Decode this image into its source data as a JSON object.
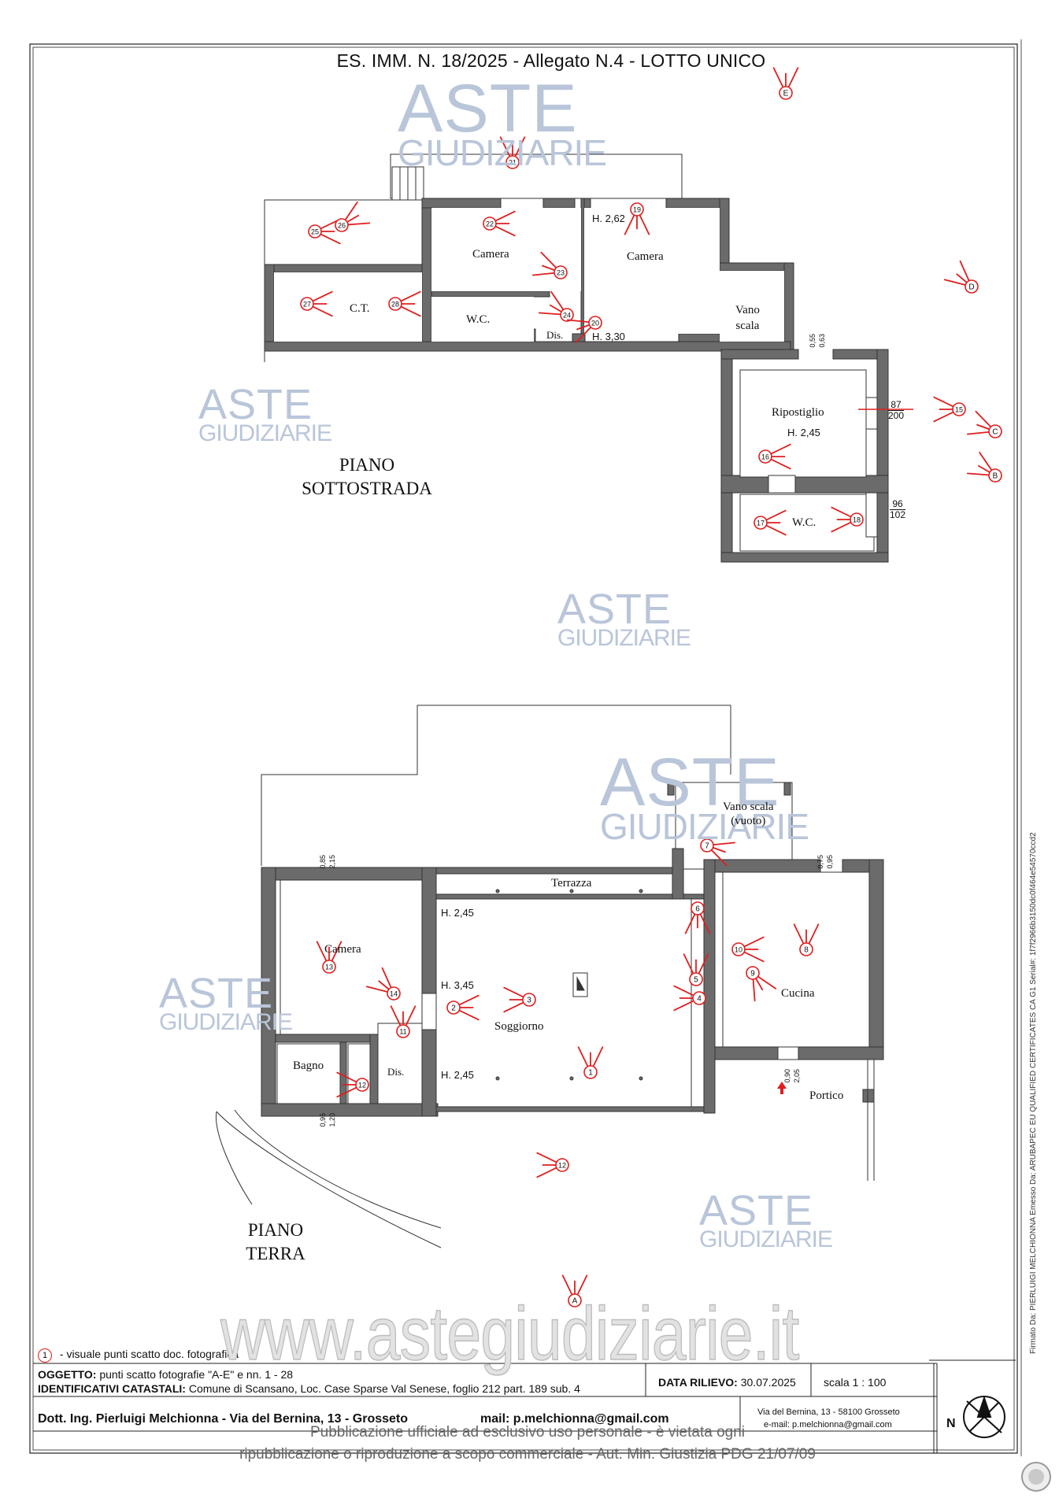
{
  "header": {
    "title": "ES. IMM.  N. 18/2025 - Allegato N.4 - LOTTO UNICO"
  },
  "watermark": {
    "word1": "ASTE",
    "word2": "GIUDIZIARIE",
    "site": "www.astegiudiziarie.it"
  },
  "floors": {
    "sottostrada": {
      "label_line1": "PIANO",
      "label_line2": "SOTTOSTRADA",
      "rooms": {
        "camera_a": "Camera",
        "camera_b": "Camera",
        "ct": "C.T.",
        "wc_a": "W.C.",
        "dis": "Dis.",
        "vano_scala_1": "Vano",
        "vano_scala_2": "scala",
        "ripostiglio": "Ripostiglio",
        "wc_b": "W.C."
      },
      "heights": {
        "h262": "H. 2,62",
        "h330": "H. 3,30",
        "h245": "H. 2,45"
      },
      "dims": {
        "d055": "0,55",
        "d063": "0,63",
        "d87": "87",
        "d200": "200",
        "d96": "96",
        "d102": "102"
      }
    },
    "terra": {
      "label_line1": "PIANO",
      "label_line2": "TERRA",
      "rooms": {
        "vano_scala_1": "Vano scala",
        "vano_scala_2": "(vuoto)",
        "terrazza": "Terrazza",
        "camera": "Camera",
        "soggiorno": "Soggiorno",
        "cucina": "Cucina",
        "bagno": "Bagno",
        "dis": "Dis.",
        "portico": "Portico"
      },
      "heights": {
        "h245a": "H. 2,45",
        "h345": "H. 3,45",
        "h245b": "H. 2,45"
      },
      "dims": {
        "d085": "0,85",
        "d215": "2,15",
        "d075": "0,75",
        "d095": "0,95",
        "d090": "0,90",
        "d205": "2,05",
        "d095b": "0,95",
        "d120": "1,20"
      }
    }
  },
  "photo_points": [
    "E",
    "21",
    "19",
    "22",
    "25",
    "26",
    "23",
    "28",
    "27",
    "24",
    "20",
    "D",
    "15",
    "C",
    "16",
    "B",
    "17",
    "18",
    "7",
    "6",
    "10",
    "8",
    "9",
    "5",
    "4",
    "13",
    "14",
    "3",
    "2",
    "11",
    "1",
    "12",
    "12",
    "A"
  ],
  "legend": {
    "marker": "1",
    "text": "- visuale punti scatto doc. fotografica"
  },
  "title_block": {
    "oggetto_label": "OGGETTO:",
    "oggetto_value": "punti scatto fotografie \"A-E\" e nn. 1 - 28",
    "ident_label": "IDENTIFICATIVI CATASTALI:",
    "ident_value": "Comune di Scansano, Loc. Case Sparse Val Senese, foglio 212 part. 189 sub. 4",
    "data_rilievo_label": "DATA RILIEVO:",
    "data_rilievo_value": "30.07.2025",
    "scala": "scala 1 : 100",
    "author": "Dott. Ing. Pierluigi Melchionna - Via del Bernina, 13 - Grosseto",
    "mail": "mail: p.melchionna@gmail.com",
    "address_1": "Via del Bernina, 13 - 58100 Grosseto",
    "address_2": "e-mail: p.melchionna@gmail.com",
    "north": "N"
  },
  "publication_note": {
    "line1": "Pubblicazione ufficiale ad esclusivo uso personale - è vietata ogni",
    "line2": "ripubblicazione o riproduzione a scopo commerciale - Aut. Min. Giustizia PDG 21/07/09"
  },
  "signature_cert": "Firmato Da: PIERLUIGI MELCHIONNA Emesso Da: ARUBAPEC EU QUALIFIED CERTIFICATES CA G1 Serial#: 1f7f2966b3150dc0f464e54570ccd2",
  "colors": {
    "wall": "#6b6b6b",
    "marker": "#e11d1d",
    "watermark": "#b9c5d9",
    "stamp": "#e0a060"
  }
}
